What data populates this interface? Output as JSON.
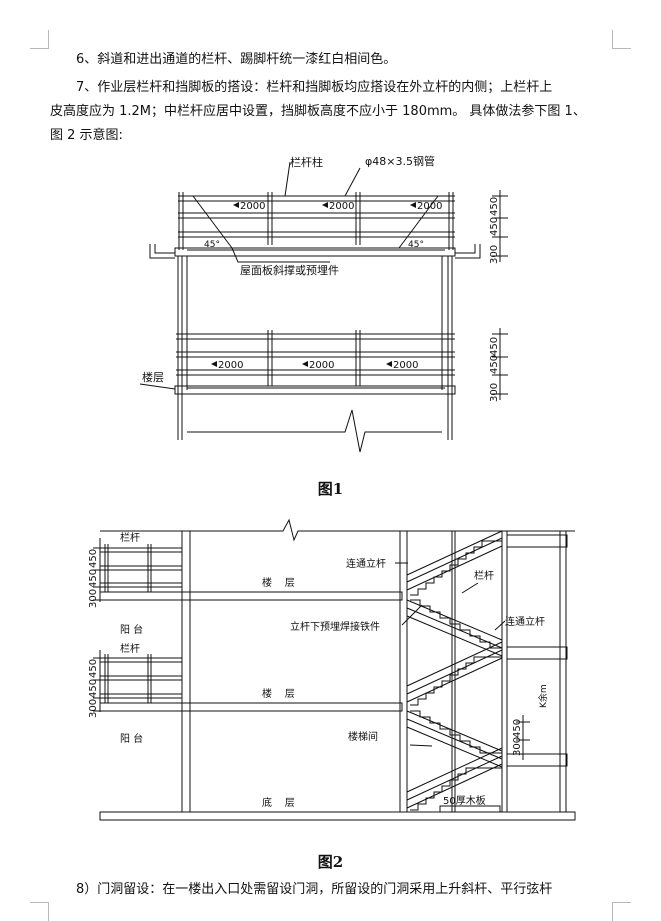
{
  "paragraphs": {
    "p1": "6、斜道和进出通道的栏杆、踢脚杆统一漆红白相间色。",
    "p2_line1": "7、作业层栏杆和挡脚板的搭设：栏杆和挡脚板均应搭设在外立杆的内侧；上栏杆上",
    "p2_line2": "皮高度应为 1.2M；中栏杆应居中设置，挡脚板高度不应小于 180mm。 具体做法参下图 1、",
    "p2_line3": "图 2 示意图:",
    "p3": "8）门洞留设：在一楼出入口处需留设门洞，所留设的门洞采用上升斜杆、平行弦杆"
  },
  "figure1": {
    "caption": "图1",
    "label_post": "栏杆柱",
    "label_pipe": "φ48×3.5钢管",
    "label_brace": "屋面板斜撑或预埋件",
    "label_floor": "楼层",
    "span": "2000",
    "angle": "45°",
    "dim_a": "450",
    "dim_b": "450",
    "dim_c": "300"
  },
  "figure2": {
    "caption": "图2",
    "label_railing": "栏杆",
    "label_balcony": "阳 台",
    "label_floor": "楼    层",
    "label_ground": "底    层",
    "label_post": "连通立杆",
    "label_embed": "立杆下预埋焊接铁件",
    "label_stair": "楼梯间",
    "label_board": "50厚木板",
    "label_rest": "K余m",
    "dim_a": "450",
    "dim_b": "450",
    "dim_c": "300"
  }
}
